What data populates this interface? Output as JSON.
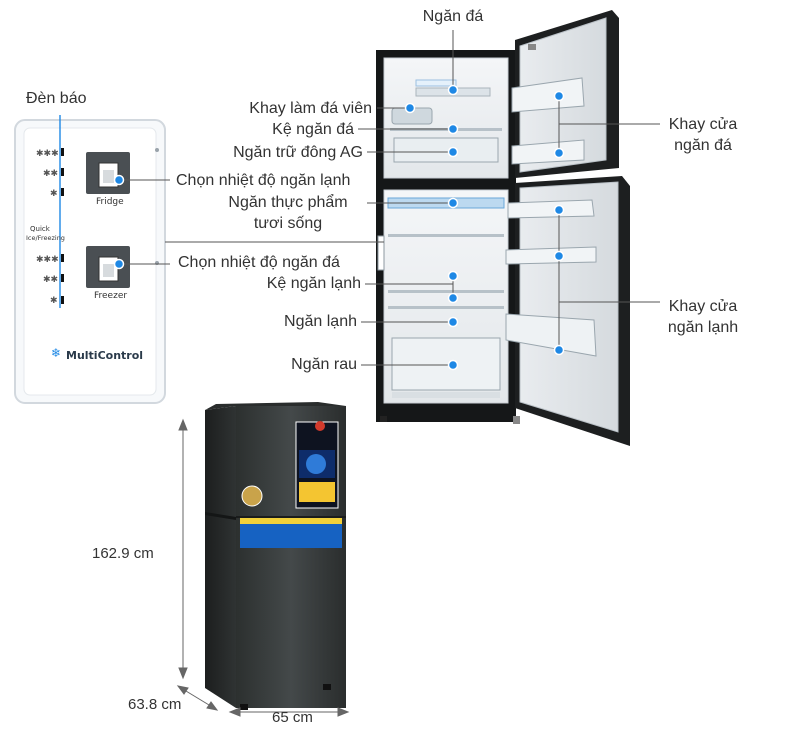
{
  "labels": {
    "den_bao": "Đèn báo",
    "ngan_da": "Ngăn đá",
    "khay_lam_da_vien": "Khay làm đá viên",
    "ke_ngan_da": "Kệ ngăn đá",
    "ngan_tru_dong": "Ngăn trữ đông AG",
    "chon_nhiet_do_lanh": "Chọn nhiệt độ ngăn lạnh",
    "ngan_thuc_pham_1": "Ngăn thực phẩm",
    "ngan_thuc_pham_2": "tươi sống",
    "chon_nhiet_do_da": "Chọn nhiệt độ ngăn đá",
    "ke_ngan_lanh": "Kệ ngăn lạnh",
    "ngan_lanh": "Ngăn lạnh",
    "ngan_rau": "Ngăn rau",
    "khay_cua_da_1": "Khay cửa",
    "khay_cua_da_2": "ngăn đá",
    "khay_cua_lanh_1": "Khay cửa",
    "khay_cua_lanh_2": "ngăn lạnh"
  },
  "panel": {
    "fridge": "Fridge",
    "freezer": "Freezer",
    "quick": "Quick",
    "ice_freezing": "Ice/Freezing",
    "brand": "MultiControl"
  },
  "dimensions": {
    "height": "162.9 cm",
    "depth": "63.8 cm",
    "width": "65 cm"
  },
  "colors": {
    "accent": "#1e88e5",
    "line": "#555555",
    "fridge_body": "#3b3f3e"
  }
}
